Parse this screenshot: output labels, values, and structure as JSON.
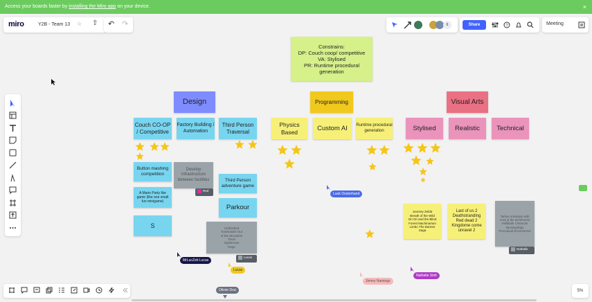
{
  "banner": {
    "text_before": "Access your boards faster by ",
    "link": "installing the Miro app",
    "text_after": " on your device.",
    "close": "×"
  },
  "header": {
    "logo": "miro",
    "board_name": "Y2B - Team 13",
    "star": "☆",
    "upload": "⇧",
    "undo": "↶",
    "redo": "↷",
    "avatar_count": "6",
    "share": "Share",
    "meeting": "Meeting"
  },
  "toolbar_icons": [
    "cursor-icon",
    "templates-icon",
    "text-icon",
    "sticky-note-icon",
    "shape-icon",
    "line-icon",
    "pen-icon",
    "comment-icon",
    "frame-icon",
    "upload-icon",
    "more-icon"
  ],
  "zoom": "5%",
  "colors": {
    "banner": "#6ccb5f",
    "share": "#4262ff",
    "design": "#7f8cff",
    "programming": "#f1c91c",
    "visual_arts": "#ea7083",
    "star": "#f5c518"
  },
  "constraints": {
    "line1": "Constrains:",
    "line2": "DP: Couch coop/ competitive",
    "line3": "VA: Stylised",
    "line4": "PR: Runtime procedural generation"
  },
  "headers": {
    "design": "Design",
    "programming": "Programming",
    "visual_arts": "Visual Arts"
  },
  "notes": {
    "couch_coop": "Couch CO-OP / Competitive",
    "factory": "Factory Building / Automation",
    "third_person_traversal": "Third Person Traversal",
    "physics": "Physics Based",
    "custom_ai": "Custom AI",
    "runtime": "Runtime procedural generation",
    "stylised": "Stylised",
    "realistic": "Realistic",
    "technical": "Technical",
    "button_mashing": "Button mashing competition",
    "develop": "Develop infrastructure between facilities",
    "third_person_adventure": "Third Person adventure game",
    "mario_party": "A Mario Party like game (like one small fun minigame)",
    "parkour": "Parkour",
    "s": "S",
    "gray_list": "Unfinished Tombraider Out of the Woods/In Trees Spiderman Rage",
    "journey_list": "Journey Zelda Breath of the Wild Ori Ori and the Blind Forest Machinarium Limbo The Banner Saga",
    "last_of_us": "Last of us 2 Deathstranding Red dead 2 Kingdome come unravel 2",
    "tarkov": "Tarkov Animation with Aces & the tech/Forest Hellblade Character Messing/Rigs Procedural Environment"
  },
  "tags": {
    "red": "Red",
    "lucas": "Lucas",
    "nathalie": "Nathalie"
  },
  "cursors": {
    "luuk": "Luuk Oosterhand",
    "mrluczeb": "MrLucZeb Lucas",
    "lucas": "Lucas",
    "jimmy": "Jimmy Namings",
    "nathalie": "Nathalie Stolt",
    "olivier": "Olivier Drai"
  },
  "cursor_colors": {
    "luuk": "#4a6be8",
    "mrluczeb": "#16164a",
    "lucas": "#f1c91c",
    "jimmy": "#f6b9b9",
    "nathalie": "#b03ac8",
    "olivier": "#6b7280"
  }
}
